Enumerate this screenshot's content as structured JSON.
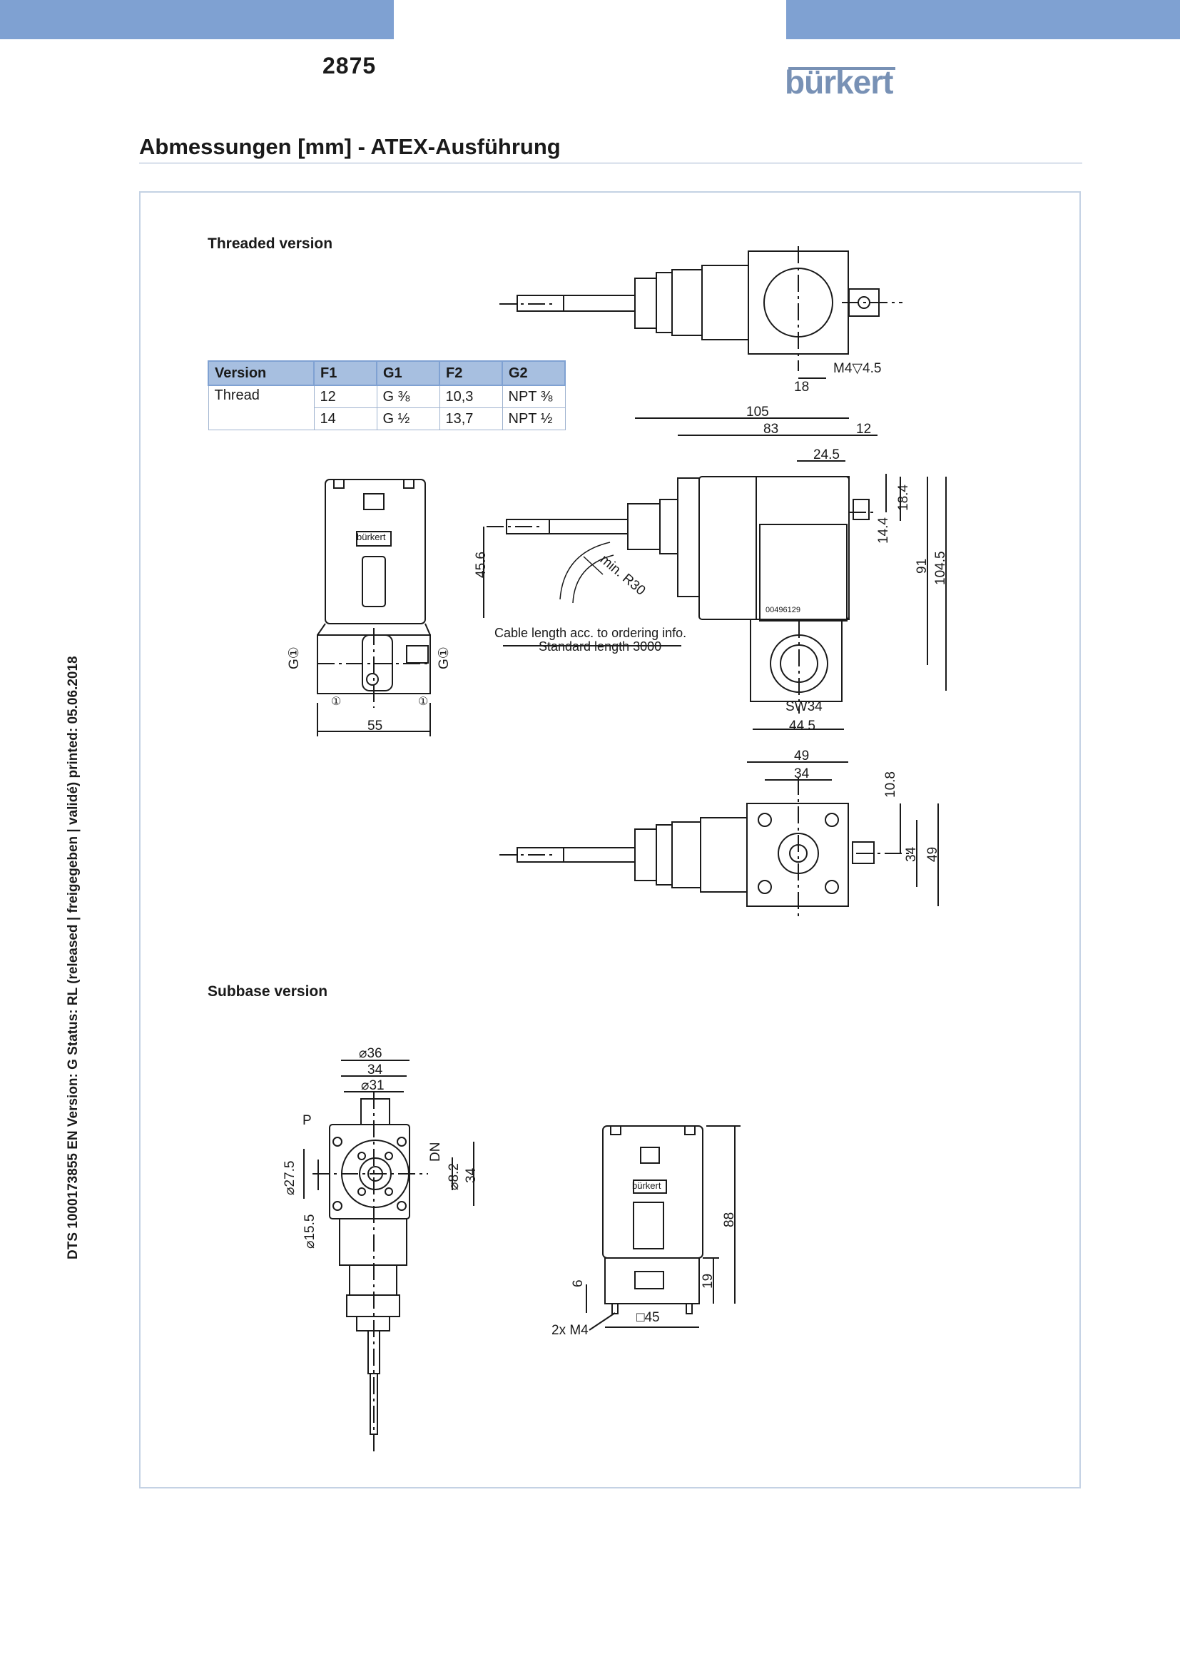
{
  "header": {
    "doc_number": "2875",
    "logo": "bürkert"
  },
  "section_title": "Abmessungen [mm] - ATEX-Ausführung",
  "side_note": "DTS 1000173855 EN Version: G Status: RL (released | freigegeben | validé) printed: 05.06.2018",
  "threaded": {
    "label": "Threaded version",
    "table": {
      "headers": [
        "Version",
        "F1",
        "G1",
        "F2",
        "G2"
      ],
      "version": "Thread",
      "rows": [
        [
          "12",
          "G ⅜",
          "10,3",
          "NPT ⅜"
        ],
        [
          "14",
          "G ½",
          "13,7",
          "NPT ½"
        ]
      ]
    },
    "dims": {
      "top_m4": "M4▽4.5",
      "top_18": "18",
      "d105": "105",
      "d83": "83",
      "d12": "12",
      "d24_5": "24.5",
      "d18_4": "18.4",
      "d14_4": "14.4",
      "d91": "91",
      "d104_5": "104.5",
      "d45_6": "45.6",
      "radius": "min. R30",
      "cable_line1": "Cable length acc. to ordering info.",
      "cable_line2": "Standard length 3000",
      "sw34": "SW34",
      "d44_5": "44.5",
      "d55": "55",
      "g1_left": "G①",
      "g1_right": "G①",
      "port1": "①",
      "d49_top": "49",
      "d34_top": "34",
      "d10_8": "10.8",
      "d34_right": "34",
      "d49_right": "49"
    }
  },
  "subbase": {
    "label": "Subbase version",
    "dims": {
      "phi36": "⌀36",
      "d34": "34",
      "phi31": "⌀31",
      "p": "P",
      "phi27_5": "⌀27.5",
      "phi15_5": "⌀15.5",
      "dn": "DN",
      "phi8_2": "⌀8.2",
      "d34_r": "34",
      "d88": "88",
      "d19": "19",
      "d6": "6",
      "sq45": "□45",
      "m4": "2x M4"
    }
  },
  "label_mark": "bürkert",
  "nameplate_number": "00496129"
}
